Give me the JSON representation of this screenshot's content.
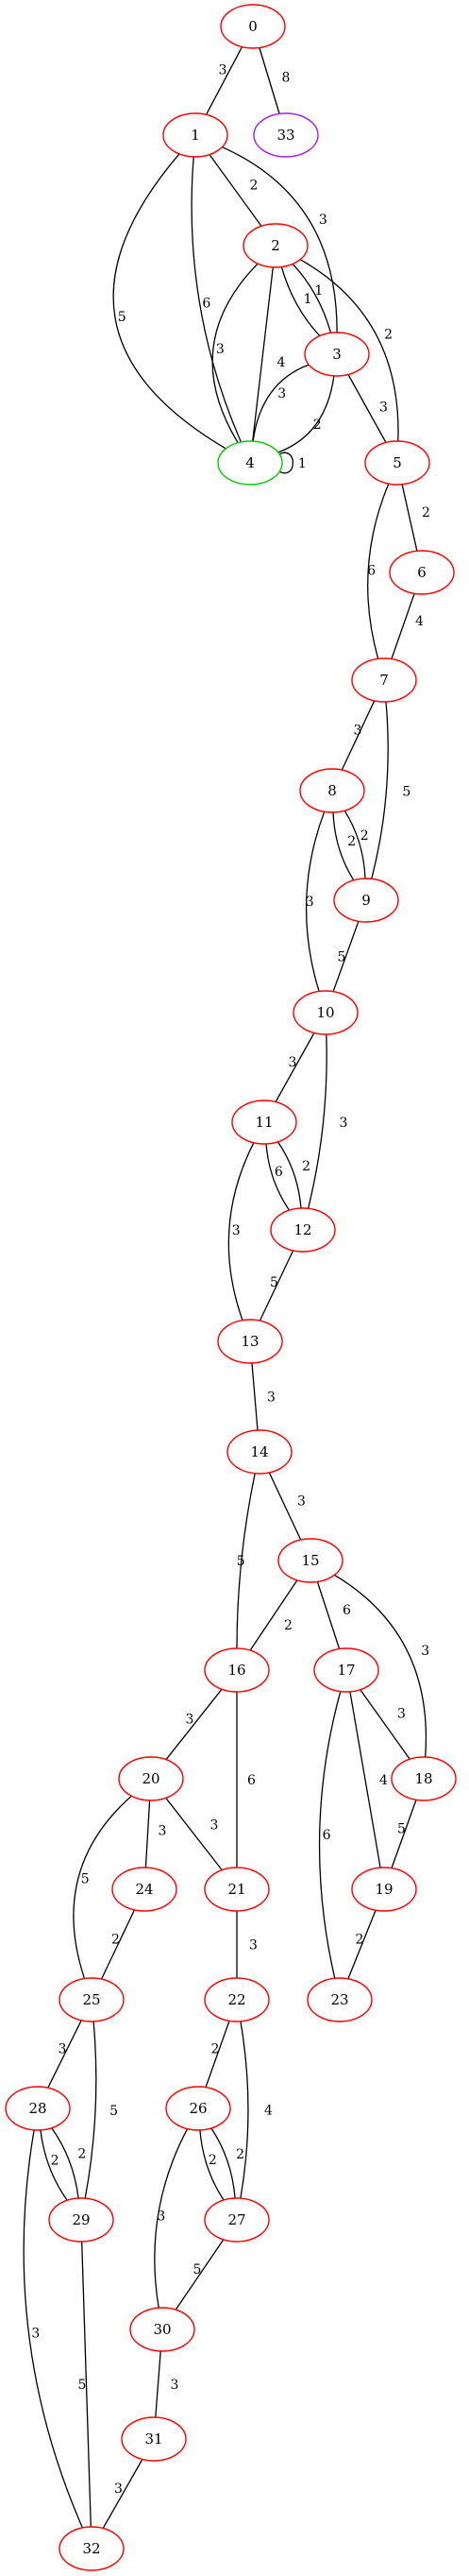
{
  "graph": {
    "nodes": [
      {
        "id": "0",
        "label": "0",
        "color": "#ff0000"
      },
      {
        "id": "33",
        "label": "33",
        "color": "#a020f0"
      },
      {
        "id": "1",
        "label": "1",
        "color": "#ff0000"
      },
      {
        "id": "2",
        "label": "2",
        "color": "#ff0000"
      },
      {
        "id": "3",
        "label": "3",
        "color": "#ff0000"
      },
      {
        "id": "4",
        "label": "4",
        "color": "#00cc00"
      },
      {
        "id": "5",
        "label": "5",
        "color": "#ff0000"
      },
      {
        "id": "6",
        "label": "6",
        "color": "#ff0000"
      },
      {
        "id": "7",
        "label": "7",
        "color": "#ff0000"
      },
      {
        "id": "8",
        "label": "8",
        "color": "#ff0000"
      },
      {
        "id": "9",
        "label": "9",
        "color": "#ff0000"
      },
      {
        "id": "10",
        "label": "10",
        "color": "#ff0000"
      },
      {
        "id": "11",
        "label": "11",
        "color": "#ff0000"
      },
      {
        "id": "12",
        "label": "12",
        "color": "#ff0000"
      },
      {
        "id": "13",
        "label": "13",
        "color": "#ff0000"
      },
      {
        "id": "14",
        "label": "14",
        "color": "#ff0000"
      },
      {
        "id": "15",
        "label": "15",
        "color": "#ff0000"
      },
      {
        "id": "16",
        "label": "16",
        "color": "#ff0000"
      },
      {
        "id": "17",
        "label": "17",
        "color": "#ff0000"
      },
      {
        "id": "18",
        "label": "18",
        "color": "#ff0000"
      },
      {
        "id": "19",
        "label": "19",
        "color": "#ff0000"
      },
      {
        "id": "20",
        "label": "20",
        "color": "#ff0000"
      },
      {
        "id": "21",
        "label": "21",
        "color": "#ff0000"
      },
      {
        "id": "22",
        "label": "22",
        "color": "#ff0000"
      },
      {
        "id": "23",
        "label": "23",
        "color": "#ff0000"
      },
      {
        "id": "24",
        "label": "24",
        "color": "#ff0000"
      },
      {
        "id": "25",
        "label": "25",
        "color": "#ff0000"
      },
      {
        "id": "26",
        "label": "26",
        "color": "#ff0000"
      },
      {
        "id": "27",
        "label": "27",
        "color": "#ff0000"
      },
      {
        "id": "28",
        "label": "28",
        "color": "#ff0000"
      },
      {
        "id": "29",
        "label": "29",
        "color": "#ff0000"
      },
      {
        "id": "30",
        "label": "30",
        "color": "#ff0000"
      },
      {
        "id": "31",
        "label": "31",
        "color": "#ff0000"
      },
      {
        "id": "32",
        "label": "32",
        "color": "#ff0000"
      }
    ],
    "edges": [
      {
        "source": "0",
        "target": "1",
        "label": "3"
      },
      {
        "source": "0",
        "target": "33",
        "label": "8"
      },
      {
        "source": "1",
        "target": "2",
        "label": "2"
      },
      {
        "source": "1",
        "target": "3",
        "label": "3"
      },
      {
        "source": "1",
        "target": "4",
        "label": "5"
      },
      {
        "source": "1",
        "target": "4",
        "label": "6"
      },
      {
        "source": "2",
        "target": "3",
        "label": "1"
      },
      {
        "source": "2",
        "target": "3",
        "label": "1"
      },
      {
        "source": "2",
        "target": "4",
        "label": "3"
      },
      {
        "source": "2",
        "target": "4",
        "label": "4"
      },
      {
        "source": "2",
        "target": "5",
        "label": "2"
      },
      {
        "source": "3",
        "target": "4",
        "label": "2"
      },
      {
        "source": "3",
        "target": "4",
        "label": "3"
      },
      {
        "source": "3",
        "target": "5",
        "label": "3"
      },
      {
        "source": "4",
        "target": "4",
        "label": "1"
      },
      {
        "source": "5",
        "target": "6",
        "label": "2"
      },
      {
        "source": "5",
        "target": "7",
        "label": "6"
      },
      {
        "source": "6",
        "target": "7",
        "label": "4"
      },
      {
        "source": "7",
        "target": "8",
        "label": "3"
      },
      {
        "source": "7",
        "target": "9",
        "label": "5"
      },
      {
        "source": "8",
        "target": "9",
        "label": "2"
      },
      {
        "source": "8",
        "target": "9",
        "label": "2"
      },
      {
        "source": "8",
        "target": "10",
        "label": "3"
      },
      {
        "source": "9",
        "target": "10",
        "label": "5"
      },
      {
        "source": "10",
        "target": "11",
        "label": "3"
      },
      {
        "source": "10",
        "target": "12",
        "label": "3"
      },
      {
        "source": "11",
        "target": "12",
        "label": "6"
      },
      {
        "source": "11",
        "target": "12",
        "label": "2"
      },
      {
        "source": "11",
        "target": "13",
        "label": "3"
      },
      {
        "source": "12",
        "target": "13",
        "label": "5"
      },
      {
        "source": "13",
        "target": "14",
        "label": "3"
      },
      {
        "source": "14",
        "target": "15",
        "label": "3"
      },
      {
        "source": "14",
        "target": "16",
        "label": "5"
      },
      {
        "source": "15",
        "target": "16",
        "label": "2"
      },
      {
        "source": "15",
        "target": "17",
        "label": "6"
      },
      {
        "source": "15",
        "target": "18",
        "label": "3"
      },
      {
        "source": "16",
        "target": "20",
        "label": "3"
      },
      {
        "source": "16",
        "target": "21",
        "label": "6"
      },
      {
        "source": "17",
        "target": "18",
        "label": "3"
      },
      {
        "source": "17",
        "target": "19",
        "label": "4"
      },
      {
        "source": "17",
        "target": "23",
        "label": "6"
      },
      {
        "source": "18",
        "target": "19",
        "label": "5"
      },
      {
        "source": "19",
        "target": "23",
        "label": "2"
      },
      {
        "source": "20",
        "target": "24",
        "label": "3"
      },
      {
        "source": "20",
        "target": "21",
        "label": "3"
      },
      {
        "source": "20",
        "target": "25",
        "label": "5"
      },
      {
        "source": "21",
        "target": "22",
        "label": "3"
      },
      {
        "source": "22",
        "target": "26",
        "label": "2"
      },
      {
        "source": "22",
        "target": "27",
        "label": "4"
      },
      {
        "source": "24",
        "target": "25",
        "label": "2"
      },
      {
        "source": "25",
        "target": "28",
        "label": "3"
      },
      {
        "source": "25",
        "target": "29",
        "label": "5"
      },
      {
        "source": "26",
        "target": "27",
        "label": "2"
      },
      {
        "source": "26",
        "target": "27",
        "label": "2"
      },
      {
        "source": "26",
        "target": "30",
        "label": "3"
      },
      {
        "source": "27",
        "target": "30",
        "label": "5"
      },
      {
        "source": "28",
        "target": "29",
        "label": "2"
      },
      {
        "source": "28",
        "target": "29",
        "label": "2"
      },
      {
        "source": "28",
        "target": "32",
        "label": "3"
      },
      {
        "source": "29",
        "target": "32",
        "label": "5"
      },
      {
        "source": "30",
        "target": "31",
        "label": "3"
      },
      {
        "source": "31",
        "target": "32",
        "label": "3"
      }
    ]
  }
}
